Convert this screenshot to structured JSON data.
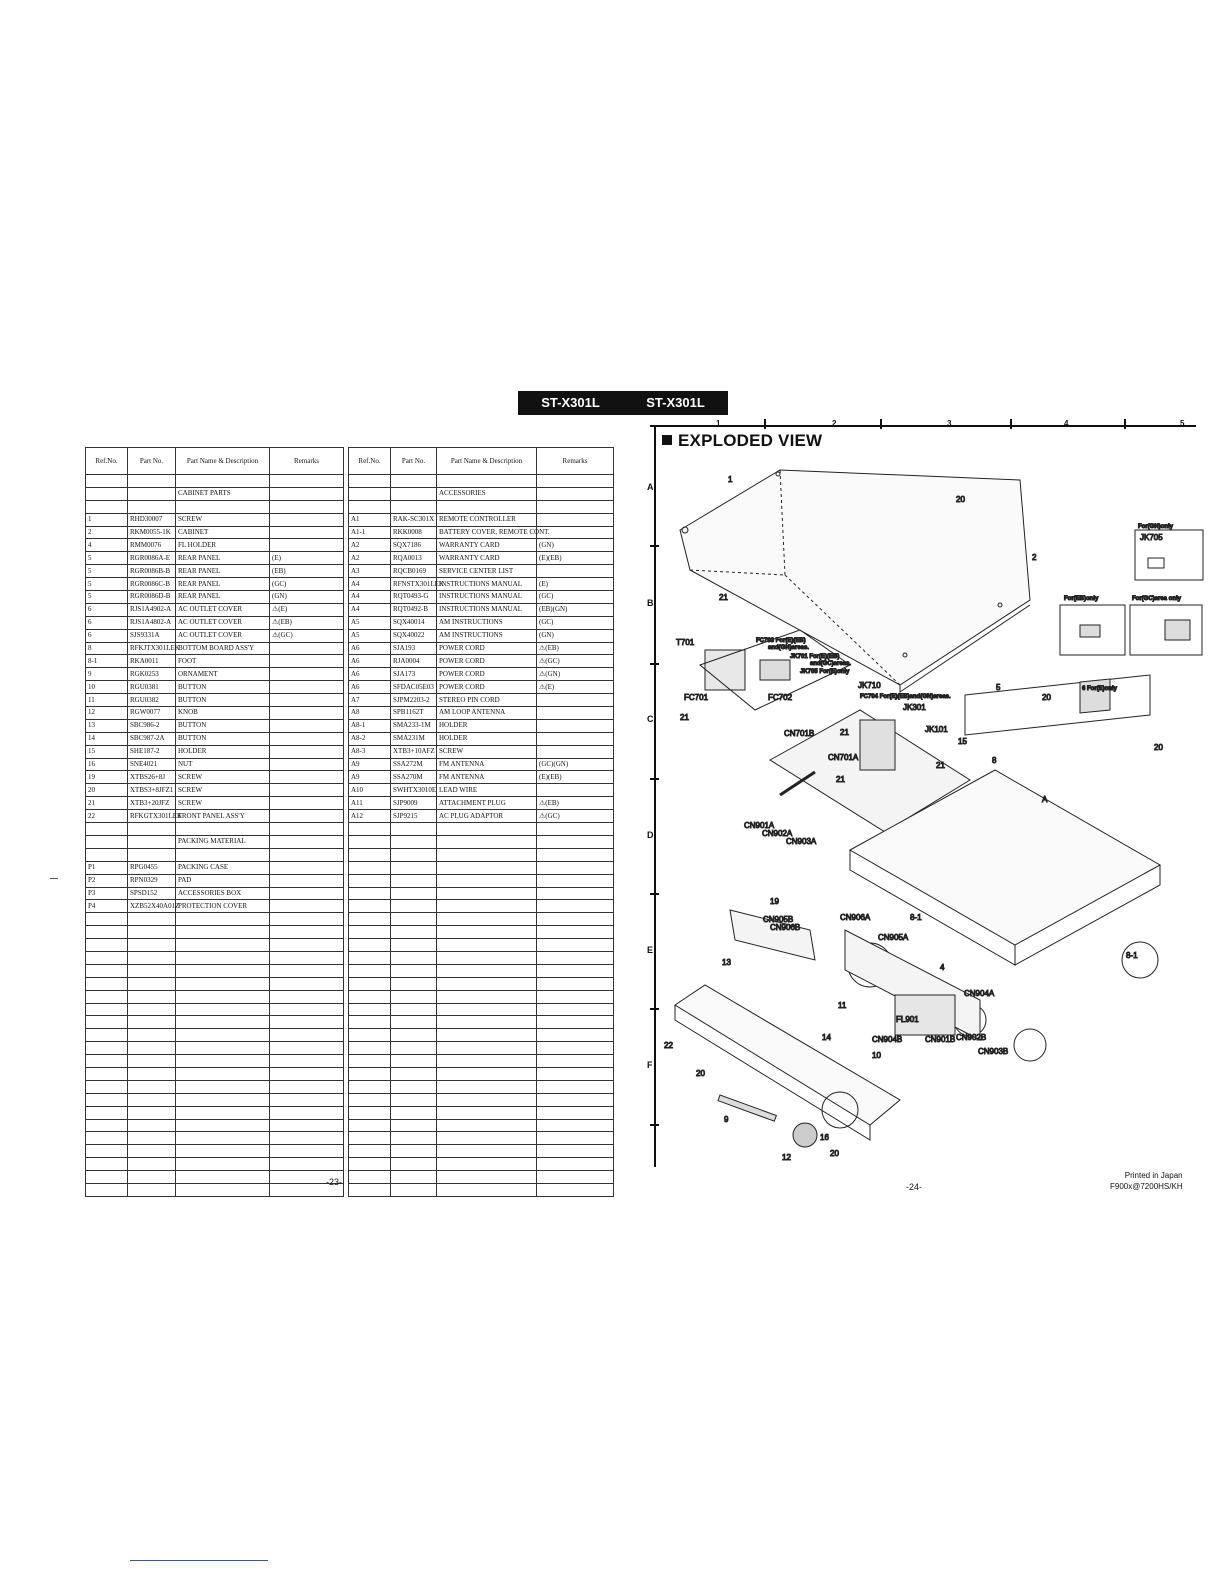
{
  "header": {
    "model_left": "ST-X301L",
    "model_right": "ST-X301L"
  },
  "parts_table_columns": [
    "Ref.No.",
    "Part No.",
    "Part Name & Description",
    "Remarks"
  ],
  "left_table": {
    "rows": [
      [
        "",
        "",
        "",
        ""
      ],
      [
        "",
        "",
        "CABINET PARTS",
        ""
      ],
      [
        "",
        "",
        "",
        ""
      ],
      [
        "1",
        "RHD30007",
        "SCREW",
        ""
      ],
      [
        "2",
        "RKM0055-1K",
        "CABINET",
        ""
      ],
      [
        "4",
        "RMM0076",
        "FL HOLDER",
        ""
      ],
      [
        "5",
        "RGR0086A-E",
        "REAR PANEL",
        "(E)"
      ],
      [
        "5",
        "RGR0086B-B",
        "REAR PANEL",
        "(EB)"
      ],
      [
        "5",
        "RGR0086C-B",
        "REAR PANEL",
        "(GC)"
      ],
      [
        "5",
        "RGR0086D-B",
        "REAR PANEL",
        "(GN)"
      ],
      [
        "6",
        "RJS1A4902-A",
        "AC OUTLET COVER",
        "⚠(E)"
      ],
      [
        "6",
        "RJS1A4802-A",
        "AC OUTLET COVER",
        "⚠(EB)"
      ],
      [
        "6",
        "SJS9331A",
        "AC OUTLET COVER",
        "⚠(GC)"
      ],
      [
        "8",
        "RFKJTX301LEK",
        "BOTTOM BOARD ASS'Y",
        ""
      ],
      [
        "8-1",
        "RKA0011",
        "FOOT",
        ""
      ],
      [
        "9",
        "RGK0253",
        "ORNAMENT",
        ""
      ],
      [
        "10",
        "RGU0381",
        "BUTTON",
        ""
      ],
      [
        "11",
        "RGU0382",
        "BUTTON",
        ""
      ],
      [
        "12",
        "RGW0077",
        "KNOB",
        ""
      ],
      [
        "13",
        "SBC986-2",
        "BUTTON",
        ""
      ],
      [
        "14",
        "SBC987-2A",
        "BUTTON",
        ""
      ],
      [
        "15",
        "SHE187-2",
        "HOLDER",
        ""
      ],
      [
        "16",
        "SNE4021",
        "NUT",
        ""
      ],
      [
        "19",
        "XTBS26+8J",
        "SCREW",
        ""
      ],
      [
        "20",
        "XTBS3+8JFZ1",
        "SCREW",
        ""
      ],
      [
        "21",
        "XTB3+20JFZ",
        "SCREW",
        ""
      ],
      [
        "22",
        "RFKGTX301LEK",
        "FRONT PANEL ASS'Y",
        ""
      ],
      [
        "",
        "",
        "",
        ""
      ],
      [
        "",
        "",
        "PACKING MATERIAL",
        ""
      ],
      [
        "",
        "",
        "",
        ""
      ],
      [
        "P1",
        "RPG0455",
        "PACKING CASE",
        ""
      ],
      [
        "P2",
        "RPN0329",
        "PAD",
        ""
      ],
      [
        "P3",
        "SPSD152",
        "ACCESSORIES BOX",
        ""
      ],
      [
        "P4",
        "XZB52X40A01Z",
        "PROTECTION COVER",
        ""
      ]
    ]
  },
  "right_table": {
    "rows": [
      [
        "",
        "",
        "",
        ""
      ],
      [
        "",
        "",
        "ACCESSORIES",
        ""
      ],
      [
        "",
        "",
        "",
        ""
      ],
      [
        "A1",
        "RAK-SC301X",
        "REMOTE CONTROLLER",
        ""
      ],
      [
        "A1-1",
        "RKK0008",
        "BATTERY COVER, REMOTE CONT.",
        ""
      ],
      [
        "A2",
        "SQX7186",
        "WARRANTY CARD",
        "(GN)"
      ],
      [
        "A2",
        "RQA0013",
        "WARRANTY CARD",
        "(E)(EB)"
      ],
      [
        "A3",
        "RQCB0169",
        "SERVICE CENTER LIST",
        ""
      ],
      [
        "A4",
        "RFNSTX301LEK",
        "INSTRUCTIONS MANUAL",
        "(E)"
      ],
      [
        "A4",
        "RQT0493-G",
        "INSTRUCTIONS MANUAL",
        "(GC)"
      ],
      [
        "A4",
        "RQT0492-B",
        "INSTRUCTIONS MANUAL",
        "(EB)(GN)"
      ],
      [
        "A5",
        "SQX40014",
        "AM INSTRUCTIONS",
        "(GC)"
      ],
      [
        "A5",
        "SQX40022",
        "AM INSTRUCTIONS",
        "(GN)"
      ],
      [
        "A6",
        "SJA193",
        "POWER CORD",
        "⚠(EB)"
      ],
      [
        "A6",
        "RJA0004",
        "POWER CORD",
        "⚠(GC)"
      ],
      [
        "A6",
        "SJA173",
        "POWER CORD",
        "⚠(GN)"
      ],
      [
        "A6",
        "SFDAC05E03",
        "POWER CORD",
        "⚠(E)"
      ],
      [
        "A7",
        "SJPM2203-2",
        "STEREO PIN CORD",
        ""
      ],
      [
        "A8",
        "SPB1162T",
        "AM LOOP ANTENNA",
        ""
      ],
      [
        "A8-1",
        "SMA233-1M",
        "HOLDER",
        ""
      ],
      [
        "A8-2",
        "SMA231M",
        "HOLDER",
        ""
      ],
      [
        "A8-3",
        "XTB3+10AFZ",
        "SCREW",
        ""
      ],
      [
        "A9",
        "SSA272M",
        "FM ANTENNA",
        "(GC)(GN)"
      ],
      [
        "A9",
        "SSA270M",
        "FM ANTENNA",
        "(E)(EB)"
      ],
      [
        "A10",
        "SWHTX3010E",
        "LEAD WIRE",
        ""
      ],
      [
        "A11",
        "SJP9009",
        "ATTACHMENT PLUG",
        "⚠(EB)"
      ],
      [
        "A12",
        "SJP9215",
        "AC PLUG ADAPTOR",
        "⚠(GC)"
      ]
    ]
  },
  "page_left": "-23-",
  "page_right": "-24-",
  "exploded_view": {
    "title": "EXPLODED VIEW",
    "columns": [
      "1",
      "2",
      "3",
      "4",
      "5"
    ],
    "rows": [
      "A",
      "B",
      "C",
      "D",
      "E",
      "F"
    ],
    "notes": {
      "for_gn": "For(GN)only",
      "for_eb": "For(EB)only",
      "for_gc": "For(GC)area only",
      "fc703": "FC703 For(E)(EB)",
      "fc703b": "and(GN)areas.",
      "jk701": "JK701 For(E)(EB)",
      "jk701b": "and(GC)areas.",
      "jk705_e": "JK705 For(E)only",
      "fc704": "FC704 For(E)(EB)and(GN)areas.",
      "six_e": "6 For(E)only"
    },
    "callouts": {
      "jk705": "JK705",
      "t701": "T701",
      "fc701": "FC701",
      "fc702": "FC702",
      "jk710": "JK710",
      "jk301": "JK301",
      "jk101": "JK101",
      "cn701b": "CN701B",
      "cn701a": "CN701A",
      "cn901a": "CN901A",
      "cn902a": "CN902A",
      "cn903a": "CN903A",
      "cn905b": "CN905B",
      "cn906b": "CN906B",
      "cn906a": "CN906A",
      "cn905a": "CN905A",
      "cn904a": "CN904A",
      "fl901": "FL901",
      "cn904b": "CN904B",
      "cn901b": "CN901B",
      "cn902b": "CN902B",
      "cn903b": "CN903B",
      "circle_a": "A",
      "n1": "1",
      "n2": "2",
      "n4": "4",
      "n5": "5",
      "n6": "6",
      "n8": "8",
      "n8_1": "8-1",
      "n9": "9",
      "n10": "10",
      "n11": "11",
      "n12": "12",
      "n13": "13",
      "n14": "14",
      "n15": "15",
      "n16": "16",
      "n19": "19",
      "n20": "20",
      "n21": "21",
      "n22": "22"
    }
  },
  "print_note": {
    "line1": "Printed in Japan",
    "line2": "F900x@7200HS/KH"
  }
}
